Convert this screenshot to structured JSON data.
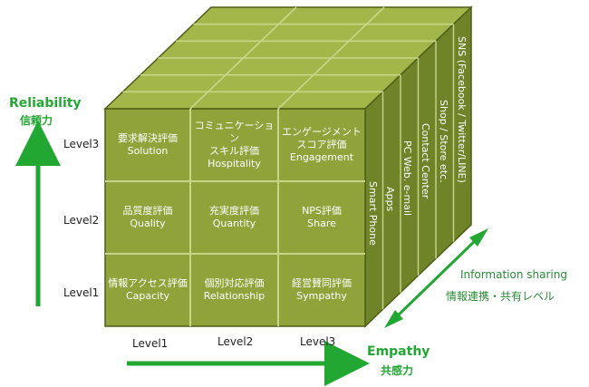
{
  "axes": {
    "reliability": {
      "en": "Reliability",
      "ja": "信頼力"
    },
    "empathy": {
      "en": "Empathy",
      "ja": "共感力"
    },
    "information_sharing": {
      "en": "Information sharing",
      "ja": "情報連携・共有レベル"
    }
  },
  "row_levels": [
    "Level3",
    "Level2",
    "Level1"
  ],
  "column_levels": [
    "Level1",
    "Level2",
    "Level3"
  ],
  "grid": [
    [
      {
        "ja": "要求解決評価",
        "en": "Solution"
      },
      {
        "ja": "コミュニケーション\nスキル評価",
        "en": "Hospitality"
      },
      {
        "ja": "エンゲージメント\nスコア評価",
        "en": "Engagement"
      }
    ],
    [
      {
        "ja": "品質度評価",
        "en": "Quality"
      },
      {
        "ja": "充実度評価",
        "en": "Quantity"
      },
      {
        "ja": "NPS評価",
        "en": "Share"
      }
    ],
    [
      {
        "ja": "情報アクセス評価",
        "en": "Capacity"
      },
      {
        "ja": "個別対応評価",
        "en": "Relationship"
      },
      {
        "ja": "経営賛同評価",
        "en": "Sympathy"
      }
    ]
  ],
  "channels": [
    "Smart Phone",
    "Apps",
    "PC Web. e-mail",
    "Contact Center",
    "Shop / Store etc.",
    "SNS  (Facebook / Twitter/LINE)"
  ],
  "colors": {
    "face_front": "#8fa33a",
    "face_side": "#6f8428",
    "face_top": "#a2b64a",
    "grid_line": "#c9d68a",
    "edge_dark": "#4e5e18",
    "arrow_green": "#22a832"
  }
}
